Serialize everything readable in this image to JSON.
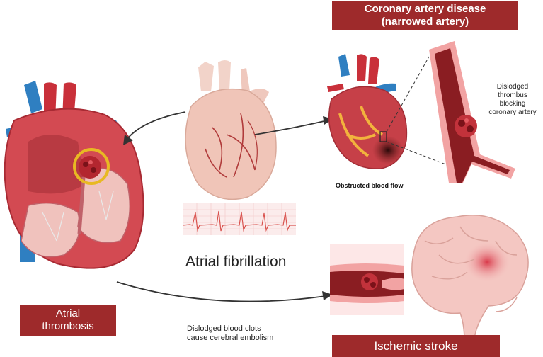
{
  "cad": {
    "title_line1": "Coronary artery disease",
    "title_line2": "(narrowed artery)"
  },
  "labels": {
    "atrial_fibrillation": "Atrial fibrillation",
    "obstructed_flow": "Obstructed blood flow",
    "dislodged_line1": "Dislodged",
    "dislodged_line2": "thrombus",
    "dislodged_line3": "blocking",
    "dislodged_line4": "coronary artery",
    "clots_line1": "Dislodged blood clots",
    "clots_line2": "cause cerebral embolism"
  },
  "thrombosis": {
    "line1": "Atrial",
    "line2": "thrombosis"
  },
  "stroke": {
    "label": "Ischemic stroke"
  },
  "colors": {
    "label_bg": "#9e2a2b",
    "heart_red": "#c9303a",
    "vein_blue": "#2f7fc1",
    "clot_ring": "#e8b923",
    "ecg": "#d9534f"
  }
}
